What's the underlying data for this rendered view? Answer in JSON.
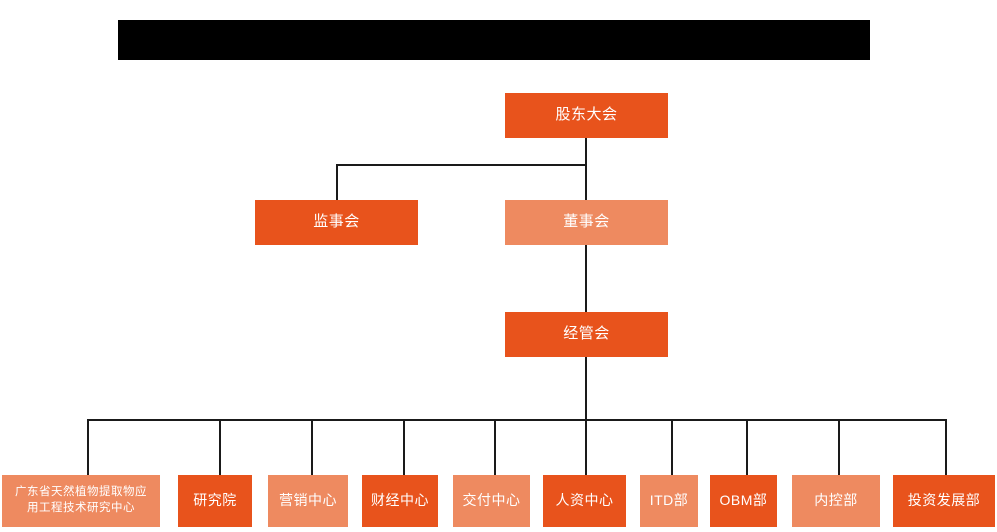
{
  "chart_data": {
    "type": "diagram",
    "subtype": "organization-chart",
    "title_bar": {
      "redacted": true,
      "color": "#000000"
    },
    "palette": {
      "primary": "#E8531C",
      "secondary": "#EE8A60",
      "line": "#1a1a1a",
      "text": "#FFFFFF",
      "background": "#FFFFFF"
    },
    "orientation": "top-down",
    "levels": 4,
    "edges": [
      {
        "from": "股东大会",
        "to": "监事会"
      },
      {
        "from": "股东大会",
        "to": "董事会"
      },
      {
        "from": "董事会",
        "to": "经管会"
      },
      {
        "from": "经管会",
        "to": "广东省天然植物提取物应用工程技术研究中心"
      },
      {
        "from": "经管会",
        "to": "研究院"
      },
      {
        "from": "经管会",
        "to": "营销中心"
      },
      {
        "from": "经管会",
        "to": "财经中心"
      },
      {
        "from": "经管会",
        "to": "交付中心"
      },
      {
        "from": "经管会",
        "to": "人资中心"
      },
      {
        "from": "经管会",
        "to": "ITD部"
      },
      {
        "from": "经管会",
        "to": "OBM部"
      },
      {
        "from": "经管会",
        "to": "内控部"
      },
      {
        "from": "经管会",
        "to": "投资发展部"
      }
    ]
  },
  "chart": {
    "tier1": {
      "shareholders": {
        "label": "股东大会",
        "style": "primary"
      }
    },
    "tier2": {
      "supervisors": {
        "label": "监事会",
        "style": "primary"
      },
      "directors": {
        "label": "董事会",
        "style": "secondary"
      }
    },
    "tier3": {
      "management": {
        "label": "经管会",
        "style": "primary"
      }
    },
    "departments": [
      {
        "label": "广东省天然植物提取物应\n用工程技术研究中心",
        "style": "secondary"
      },
      {
        "label": "研究院",
        "style": "primary"
      },
      {
        "label": "营销中心",
        "style": "secondary"
      },
      {
        "label": "财经中心",
        "style": "primary"
      },
      {
        "label": "交付中心",
        "style": "secondary"
      },
      {
        "label": "人资中心",
        "style": "primary"
      },
      {
        "label": "ITD部",
        "style": "secondary"
      },
      {
        "label": "OBM部",
        "style": "primary"
      },
      {
        "label": "内控部",
        "style": "secondary"
      },
      {
        "label": "投资发展部",
        "style": "primary"
      }
    ]
  }
}
